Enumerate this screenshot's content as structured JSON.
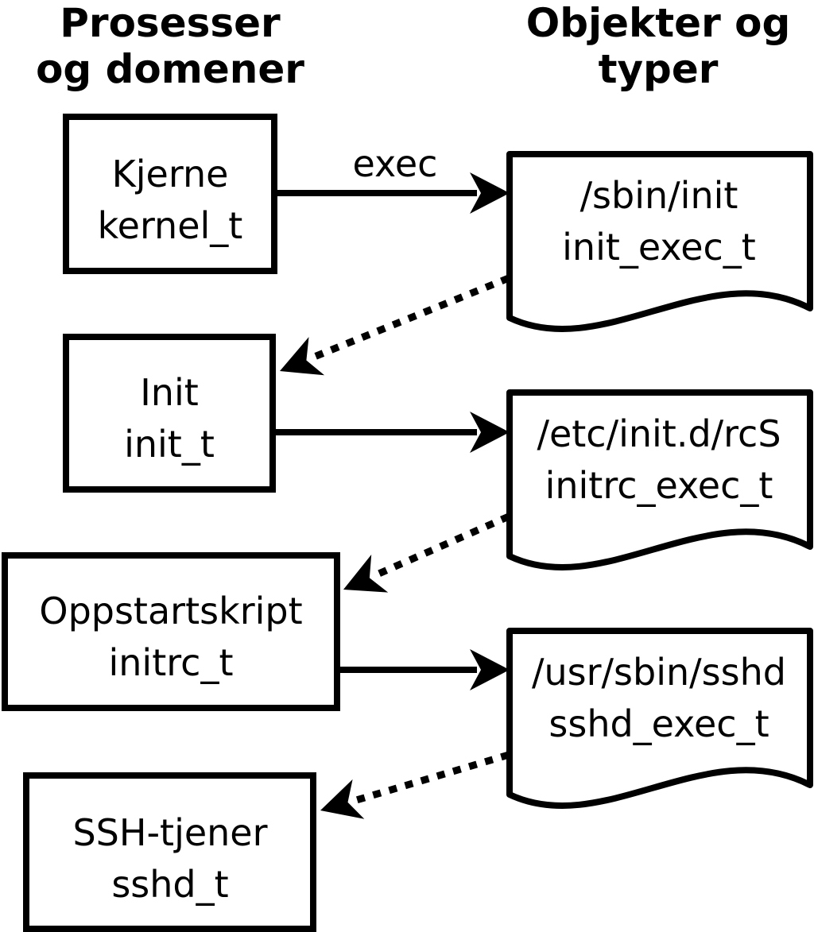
{
  "headers": {
    "left": {
      "line1": "Prosesser",
      "line2": "og domener"
    },
    "right": {
      "line1": "Objekter og",
      "line2": "typer"
    }
  },
  "processes": [
    {
      "name": "Kjerne",
      "type": "kernel_t"
    },
    {
      "name": "Init",
      "type": "init_t"
    },
    {
      "name": "Oppstartskript",
      "type": "initrc_t"
    },
    {
      "name": "SSH-tjener",
      "type": "sshd_t"
    }
  ],
  "objects": [
    {
      "path": "/sbin/init",
      "type": "init_exec_t"
    },
    {
      "path": "/etc/init.d/rcS",
      "type": "initrc_exec_t"
    },
    {
      "path": "/usr/sbin/sshd",
      "type": "sshd_exec_t"
    }
  ],
  "arrows": {
    "exec_label": "exec"
  },
  "colors": {
    "foreground": "#000000",
    "background": "#ffffff"
  }
}
